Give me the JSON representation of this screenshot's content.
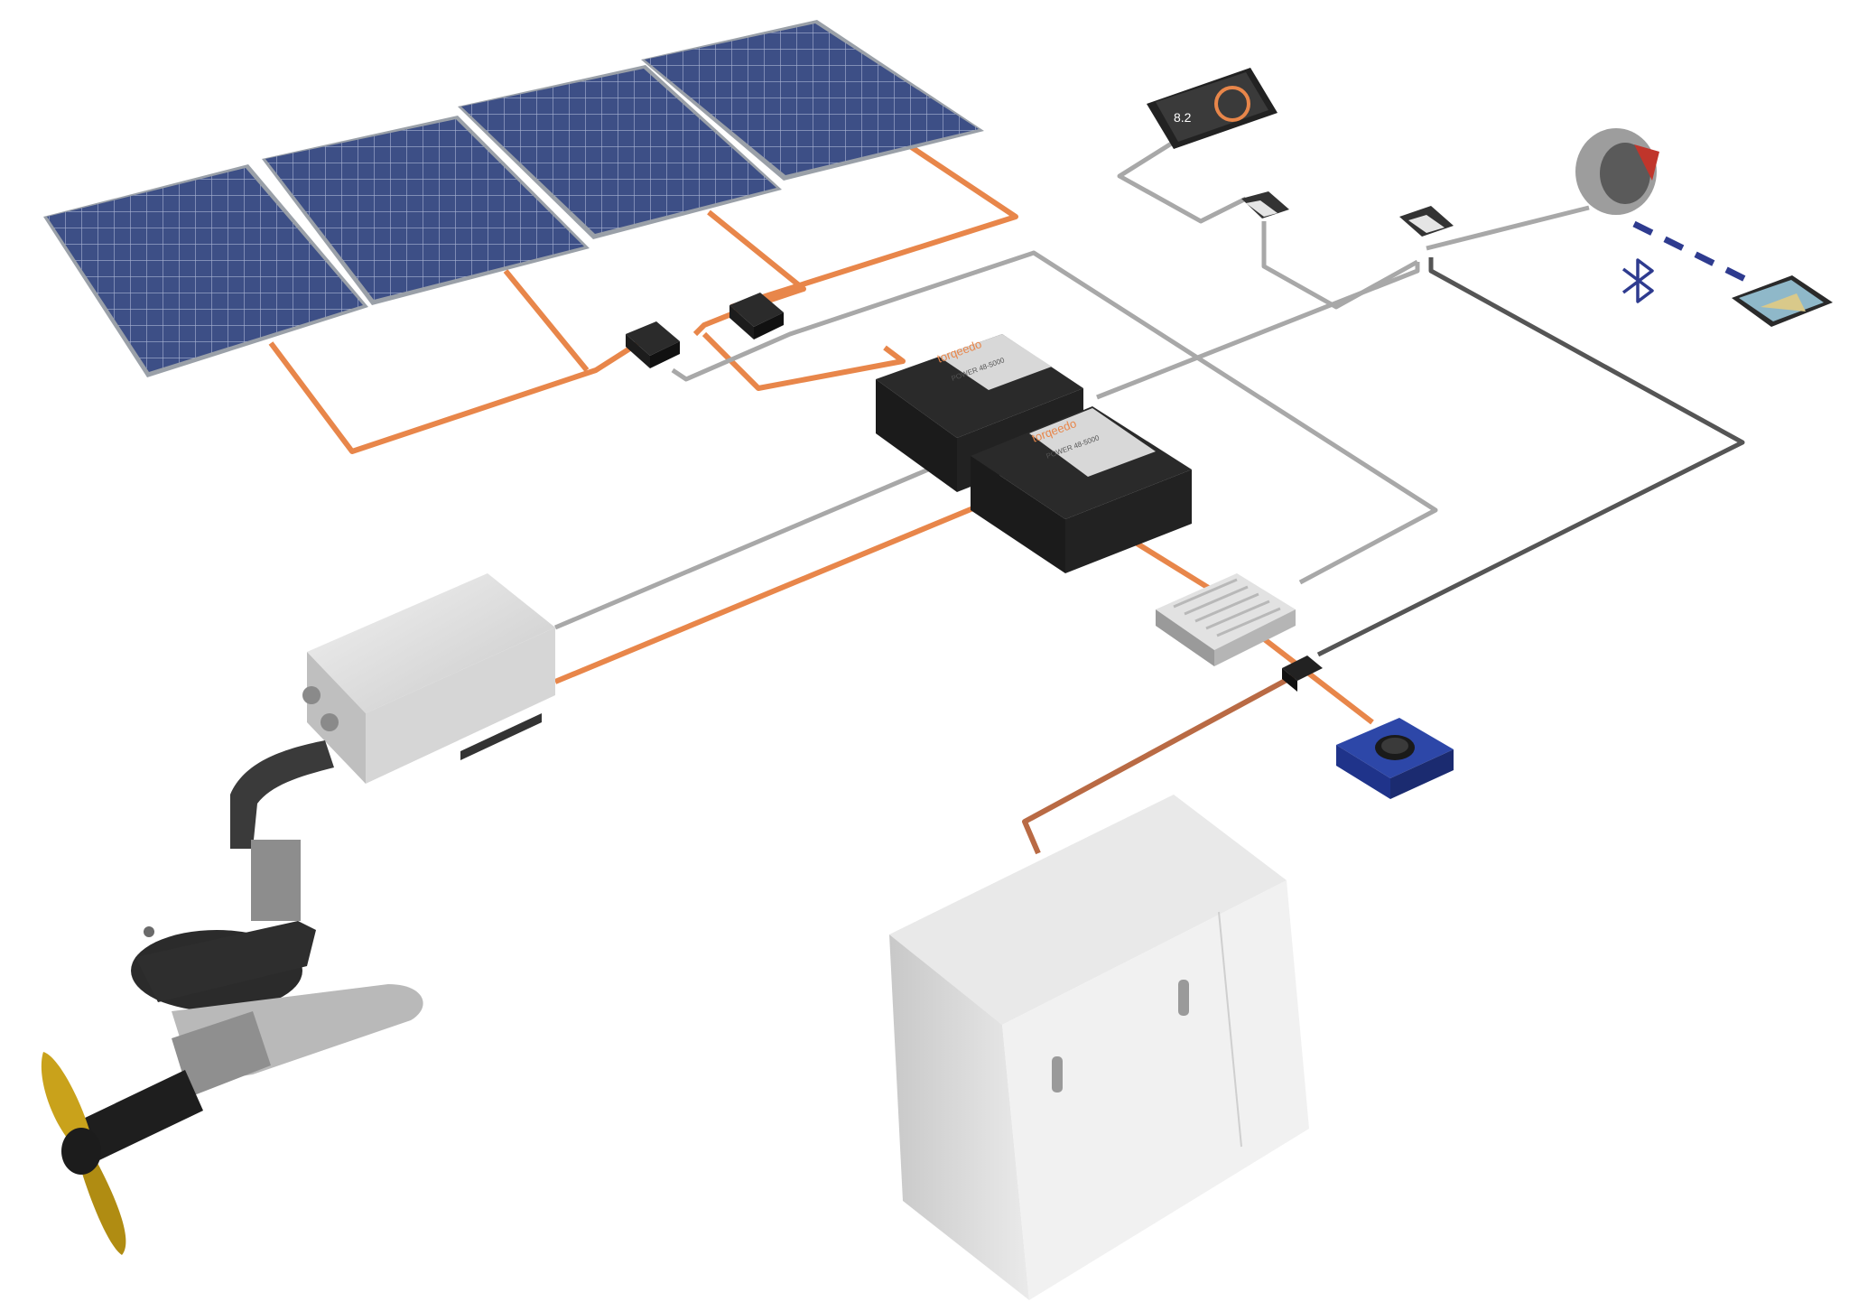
{
  "diagram": {
    "brand_marks": [
      "torqeedo",
      "torqeedo"
    ],
    "model_marks": [
      "POWER 48-5000",
      "POWER 48-5000"
    ],
    "display_readout": "8.2"
  },
  "colors": {
    "background": "#ffffff",
    "power_cable": "#e8864a",
    "data_cable": "#a8a8a8",
    "bus_cable": "#555555",
    "bluetooth": "#2e3b8f",
    "solar_cell": "#3d4f86",
    "battery_body": "#2a2a2a",
    "propeller": "#c9a21b",
    "socket": "#2d47a8"
  },
  "icons": [
    "solar-panel-icon",
    "battery-icon",
    "display-icon",
    "throttle-icon",
    "bluetooth-icon",
    "tablet-icon",
    "charger-icon",
    "shore-socket-icon",
    "motor-icon",
    "propeller-icon",
    "generator-cabinet-icon"
  ]
}
